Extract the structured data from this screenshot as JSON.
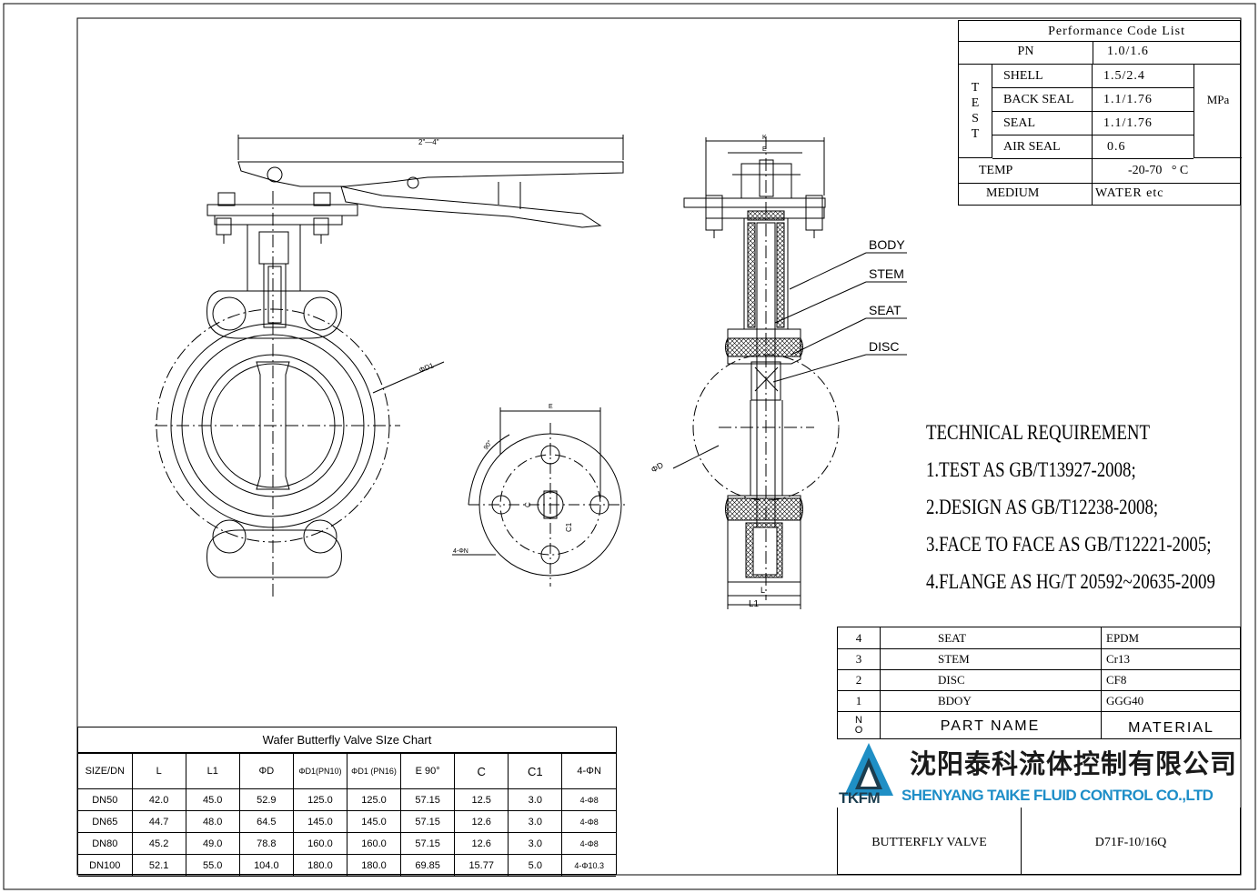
{
  "performance": {
    "title": "Performance Code List",
    "pn_label": "PN",
    "pn_value": "1.0/1.6",
    "test_label": [
      "T",
      "E",
      "S",
      "T"
    ],
    "tests": [
      {
        "name": "SHELL",
        "value": "1.5/2.4"
      },
      {
        "name": "BACK SEAL",
        "value": "1.1/1.76"
      },
      {
        "name": "SEAL",
        "value": "1.1/1.76"
      },
      {
        "name": "AIR SEAL",
        "value": "0.6"
      }
    ],
    "unit": "MPa",
    "temp_label": "TEMP",
    "temp_value": "-20-70   ° C",
    "medium_label": "MEDIUM",
    "medium_value": "WATER etc"
  },
  "labels": {
    "body": "BODY",
    "stem": "STEM",
    "seat": "SEAT",
    "disc": "DISC",
    "dim_handle": "2\"—4\"",
    "dim_k": "K",
    "dim_e": "E",
    "dim_l": "L",
    "dim_l1": "L1",
    "dim_d": "ΦD",
    "dim_d1": "ΦD1",
    "dim_e2": "E",
    "dim_90": "90°",
    "dim_c": "C",
    "dim_c1": "C1",
    "dim_4n": "4-ΦN"
  },
  "technical": {
    "title": "TECHNICAL REQUIREMENT",
    "items": [
      "1.TEST AS GB/T13927-2008;",
      "2.DESIGN AS GB/T12238-2008;",
      "3.FACE TO FACE AS GB/T12221-2005;",
      "4.FLANGE AS HG/T 20592~20635-2009"
    ]
  },
  "parts": {
    "rows": [
      {
        "no": "4",
        "name": "SEAT",
        "material": "EPDM"
      },
      {
        "no": "3",
        "name": "STEM",
        "material": "Cr13"
      },
      {
        "no": "2",
        "name": "DISC",
        "material": "CF8"
      },
      {
        "no": "1",
        "name": "BDOY",
        "material": "GGG40"
      }
    ],
    "header_no": [
      "N",
      "O"
    ],
    "header_name": "PART NAME",
    "header_material": "MATERIAL"
  },
  "company": {
    "cn_name": "沈阳泰科流体控制有限公司",
    "en_name": "SHENYANG TAIKE FLUID CONTROL CO.,LTD",
    "logo_text": "TKFM",
    "colors": {
      "cn": "#1a1a1a",
      "en": "#1e8ec8",
      "logo_blue": "#1f8fc5",
      "logo_dark": "#1b3d4f"
    }
  },
  "titleblock": {
    "product": "BUTTERFLY VALVE",
    "model": "D71F-10/16Q"
  },
  "sizechart": {
    "title": "Wafer Butterfly Valve SIze Chart",
    "headers": [
      "SIZE/DN",
      "L",
      "L1",
      "ΦD",
      "ΦD1(PN10)",
      "ΦD1 (PN16)",
      "E 90°",
      "C",
      "C1",
      "4-ΦN"
    ],
    "rows": [
      [
        "DN50",
        "42.0",
        "45.0",
        "52.9",
        "125.0",
        "125.0",
        "57.15",
        "12.5",
        "3.0",
        "4-Φ8"
      ],
      [
        "DN65",
        "44.7",
        "48.0",
        "64.5",
        "145.0",
        "145.0",
        "57.15",
        "12.6",
        "3.0",
        "4-Φ8"
      ],
      [
        "DN80",
        "45.2",
        "49.0",
        "78.8",
        "160.0",
        "160.0",
        "57.15",
        "12.6",
        "3.0",
        "4-Φ8"
      ],
      [
        "DN100",
        "52.1",
        "55.0",
        "104.0",
        "180.0",
        "180.0",
        "69.85",
        "15.77",
        "5.0",
        "4-Φ10.3"
      ]
    ]
  }
}
